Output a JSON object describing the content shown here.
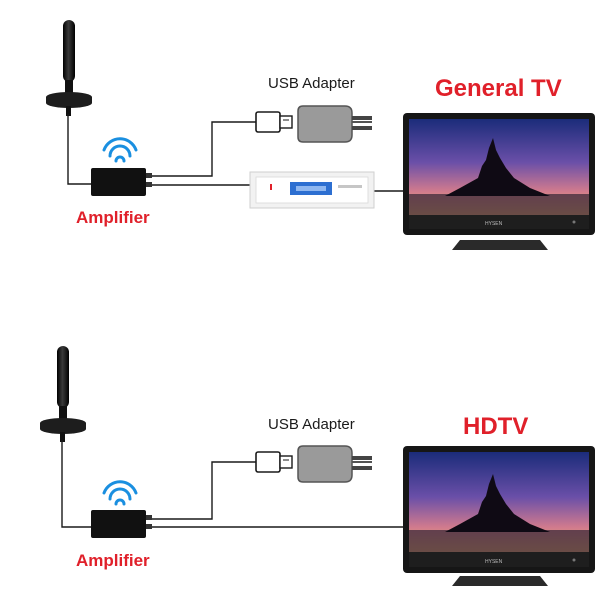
{
  "diagrams": [
    {
      "id": "general",
      "amplifier_label": "Amplifier",
      "adapter_label": "USB Adapter",
      "tv_label": "General TV",
      "tv_brand": "HYSEN"
    },
    {
      "id": "hdtv",
      "amplifier_label": "Amplifier",
      "adapter_label": "USB Adapter",
      "tv_label": "HDTV",
      "tv_brand": "HYSEN"
    }
  ],
  "colors": {
    "label_red": "#e0202a",
    "wifi_blue": "#1a8fe0",
    "cable": "#1a1a1a",
    "adapter_gray": "#9a9a9a",
    "settop_blue": "#2d6fd1"
  },
  "icons": [
    "antenna-icon",
    "wifi-signal-icon",
    "usb-plug-icon",
    "power-adapter-icon",
    "set-top-box-icon",
    "television-icon"
  ]
}
